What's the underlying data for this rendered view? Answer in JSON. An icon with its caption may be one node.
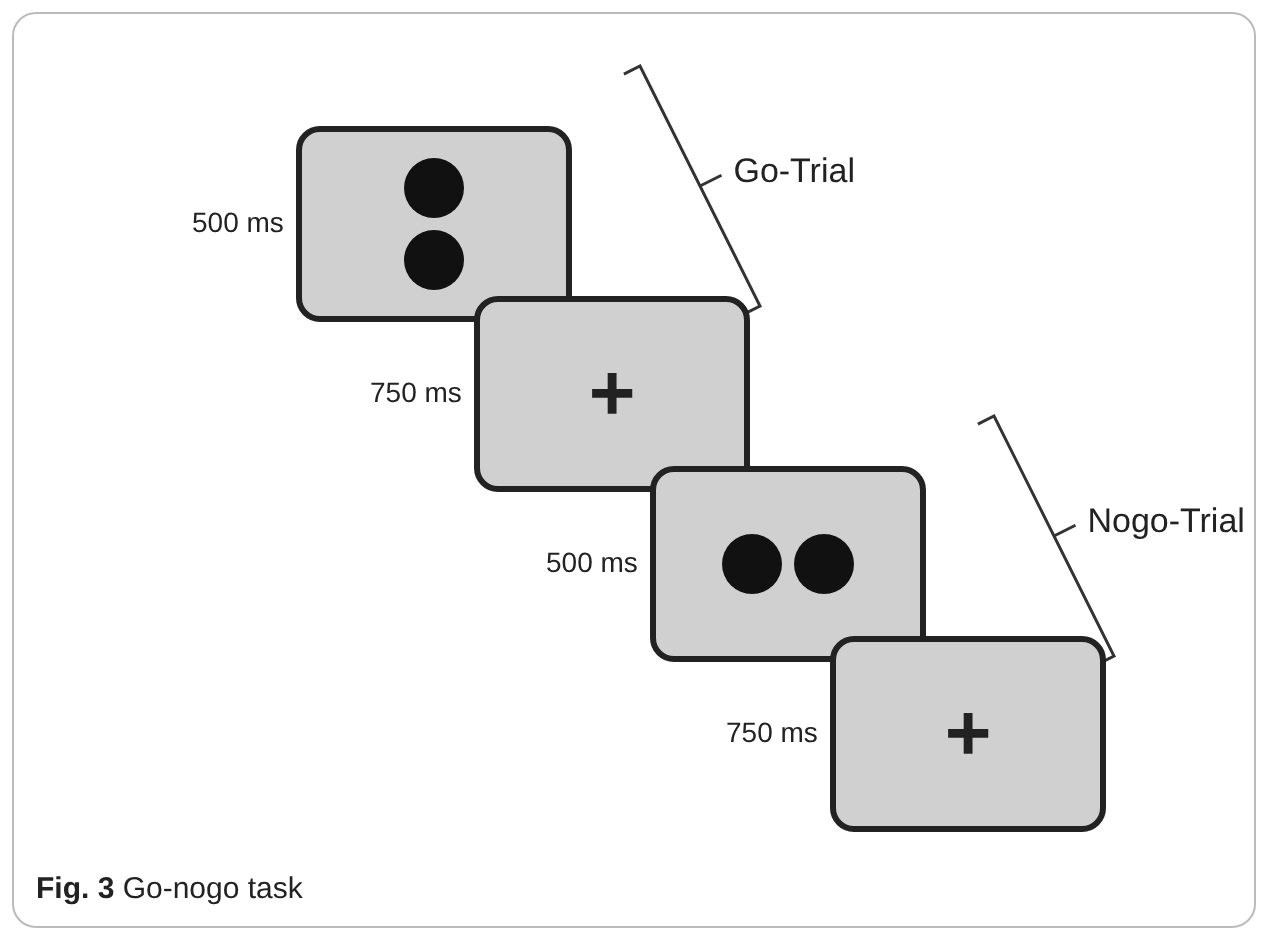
{
  "diagram": {
    "caption": "**Fig. 3** Go-nogo task",
    "nodes": [
      {
        "text": [],
        "shape": "box",
        "beside": [
          "500 ms"
        ]
      },
      {
        "text": [
          "+"
        ],
        "beside": [
          "750 ms"
        ]
      },
      {
        "text": [],
        "shape": "box",
        "beside": [
          "500 ms"
        ]
      },
      {
        "text": [
          "+"
        ],
        "beside": [
          "750 ms"
        ]
      }
    ],
    "labels": [
      "Go-Trial",
      "Nogo-Trial"
    ]
  }
}
